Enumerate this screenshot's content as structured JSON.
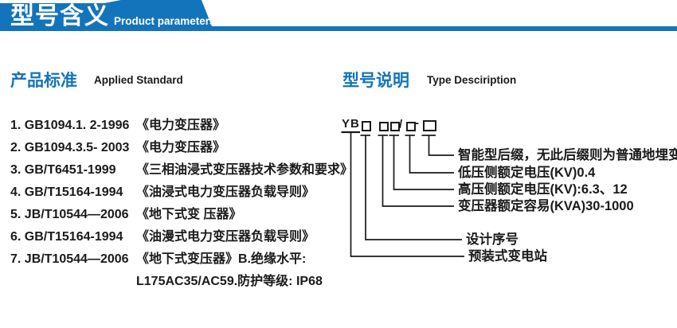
{
  "colors": {
    "primary": "#1474bb",
    "ink": "#1a1a1a"
  },
  "banner": {
    "title": "型号含义",
    "subtitle": "Product parameters"
  },
  "applied_standard": {
    "heading_cn": "产品标准",
    "heading_en": "Applied Standard",
    "items": [
      {
        "code": "1. GB1094.1. 2-1996",
        "title": "《电力变压器》"
      },
      {
        "code": "2. GB1094.3.5- 2003",
        "title": "《电力变压器》"
      },
      {
        "code": "3. GB/T6451-1999",
        "title": "《三相油浸式变压器技术参数和要求》"
      },
      {
        "code": "4. GB/T15164-1994",
        "title": "《油浸式电力变压器负载导则》"
      },
      {
        "code": "5. JB/T10544—2006",
        "title": "《地下式变 压器》"
      },
      {
        "code": "6. GB/T15164-1994",
        "title": "《油漫式电力变压器负载导则》"
      },
      {
        "code": "7. JB/T10544—2006",
        "title": "《地下式变压器》B.绝缘水平:"
      }
    ],
    "continuation": "L175AC35/AC59.防护等级: IP68"
  },
  "type_description": {
    "heading_cn": "型号说明",
    "heading_en": "Type Desciription",
    "code": {
      "prefix": "YB",
      "slash": "/",
      "dash": "-"
    },
    "labels": [
      "智能型后缀，无此后缀则为普通地埋变",
      "低压侧额定电压(KV)0.4",
      "高压侧额定电压(KV):6.3、12",
      "变压器额定容易(KVA)30-1000",
      "设计序号",
      "预装式变电站"
    ]
  }
}
